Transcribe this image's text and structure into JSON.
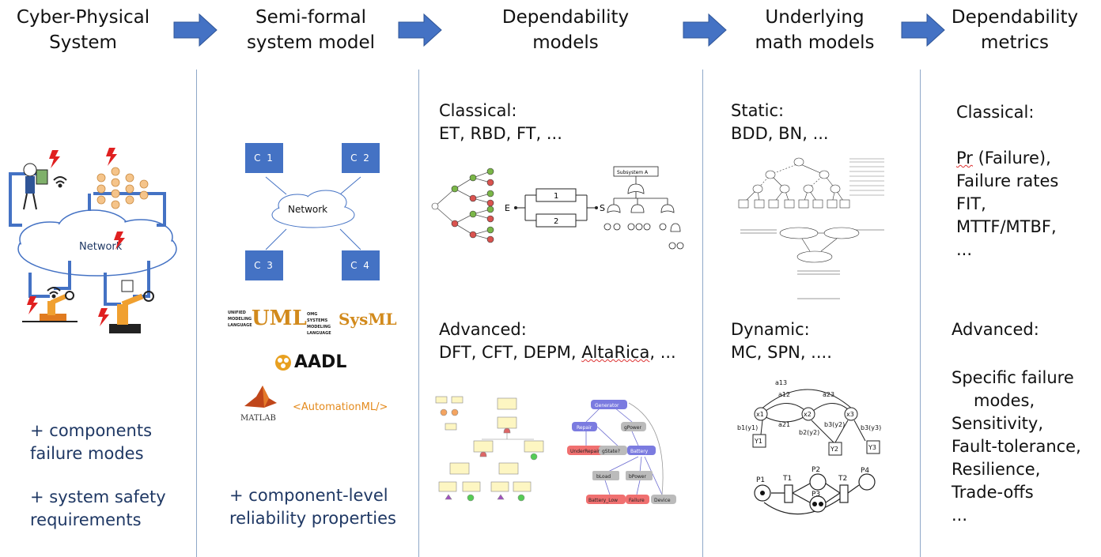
{
  "headers": [
    {
      "line1": "Cyber-Physical",
      "line2": "System"
    },
    {
      "line1": "Semi-formal",
      "line2": "system model"
    },
    {
      "line1": "Dependability",
      "line2": "models"
    },
    {
      "line1": "Underlying",
      "line2": "math models"
    },
    {
      "line1": "Dependability",
      "line2": "metrics"
    }
  ],
  "col1": {
    "network_label": "Network",
    "notes": [
      "+ components",
      "failure modes",
      "+ system safety",
      "requirements"
    ]
  },
  "col2": {
    "components": [
      "C 1",
      "C 2",
      "C 3",
      "C 4"
    ],
    "network_label": "Network",
    "logos": {
      "uml": "UNIFIED MODELING LANGUAGE",
      "uml_mark": "UML",
      "sysml": "OMG SYSTEMS MODELING LANGUAGE",
      "sysml_mark": "SysML",
      "aadl": "AADL",
      "matlab": "MATLAB",
      "automationml": "<AutomationML/>"
    },
    "notes": [
      "+ component-level",
      "reliability properties"
    ]
  },
  "col3": {
    "classical_title": "Classical:",
    "classical_items": "ET, RBD, FT, ...",
    "advanced_title": "Advanced:",
    "advanced_items_prefix": "DFT, CFT, DEPM, ",
    "advanced_items_underlined": "AltaRica",
    "advanced_items_suffix": ", ...",
    "rbd": {
      "start": "E",
      "end": "S",
      "block1": "1",
      "block2": "2"
    },
    "ft_top": "Subsystem A",
    "depm_nodes": [
      "Generator",
      "Repair",
      "gPower",
      "UnderRepair",
      "gState?",
      "Battery",
      "bLoad",
      "bPower",
      "Battery_Low",
      "Failure",
      "Device"
    ]
  },
  "col4": {
    "static_title": "Static:",
    "static_items": "BDD, BN, ...",
    "dynamic_title": "Dynamic:",
    "dynamic_items": "MC, SPN, ....",
    "markov": {
      "states": [
        "x1",
        "x2",
        "x3"
      ],
      "outputs": [
        "Y1",
        "Y2",
        "Y3"
      ],
      "transitions": [
        "a12",
        "a21",
        "a23",
        "a13"
      ],
      "emissions": [
        "b1(y1)",
        "b2(y2)",
        "b3(y2)",
        "b3(y3)"
      ]
    },
    "petri": {
      "places": [
        "P1",
        "P2",
        "P3",
        "P4"
      ],
      "transitions": [
        "T1",
        "T2"
      ]
    }
  },
  "col5": {
    "classical_title": "Classical:",
    "classical_items_underlined": "Pr",
    "classical_items": [
      " (Failure),",
      "Failure rates",
      "FIT,",
      "MTTF/MTBF,",
      "..."
    ],
    "advanced_title": "Advanced:",
    "advanced_items": [
      "Specific failure",
      "modes,",
      "Sensitivity,",
      "Fault-tolerance,",
      "Resilience,",
      "Trade-offs",
      "..."
    ]
  },
  "colors": {
    "accent": "#4472c4",
    "note_text": "#1f3864",
    "divider": "#8fa8c8"
  }
}
